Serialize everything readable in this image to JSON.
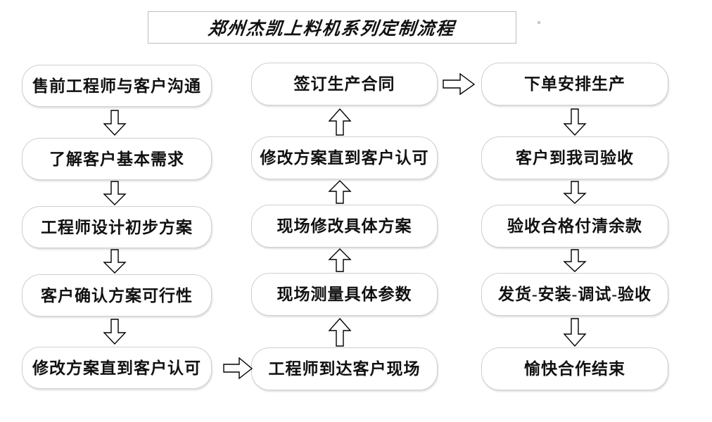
{
  "title": {
    "text": "郑州杰凯上料机系列定制流程"
  },
  "colors": {
    "background": "#ffffff",
    "node_border": "#cfcfcf",
    "title_border": "#bdbdbd",
    "text": "#111111",
    "arrow_stroke": "#000000",
    "arrow_fill": "#ffffff"
  },
  "chart_data": {
    "type": "diagram",
    "title": "郑州杰凯上料机系列定制流程",
    "columns": [
      {
        "name": "column-1",
        "direction": "top-to-bottom",
        "nodes": [
          "售前工程师与客户沟通",
          "了解客户基本需求",
          "工程师设计初步方案",
          "客户确认方案可行性",
          "修改方案直到客户认可"
        ]
      },
      {
        "name": "column-2",
        "direction": "bottom-to-top",
        "nodes": [
          "签订生产合同",
          "修改方案直到客户认可",
          "现场修改具体方案",
          "现场测量具体参数",
          "工程师到达客户现场"
        ]
      },
      {
        "name": "column-3",
        "direction": "top-to-bottom",
        "nodes": [
          "下单安排生产",
          "客户到我司验收",
          "验收合格付清余款",
          "发货-安装-调试-验收",
          "愉快合作结束"
        ]
      }
    ],
    "connectors": [
      {
        "from": "售前工程师与客户沟通",
        "to": "了解客户基本需求",
        "direction": "down"
      },
      {
        "from": "了解客户基本需求",
        "to": "工程师设计初步方案",
        "direction": "down"
      },
      {
        "from": "工程师设计初步方案",
        "to": "客户确认方案可行性",
        "direction": "down"
      },
      {
        "from": "客户确认方案可行性",
        "to": "修改方案直到客户认可",
        "direction": "down"
      },
      {
        "from": "修改方案直到客户认可",
        "to": "工程师到达客户现场",
        "direction": "right"
      },
      {
        "from": "工程师到达客户现场",
        "to": "现场测量具体参数",
        "direction": "up"
      },
      {
        "from": "现场测量具体参数",
        "to": "现场修改具体方案",
        "direction": "up"
      },
      {
        "from": "现场修改具体方案",
        "to": "修改方案直到客户认可",
        "direction": "up"
      },
      {
        "from": "修改方案直到客户认可",
        "to": "签订生产合同",
        "direction": "up"
      },
      {
        "from": "签订生产合同",
        "to": "下单安排生产",
        "direction": "right"
      },
      {
        "from": "下单安排生产",
        "to": "客户到我司验收",
        "direction": "down"
      },
      {
        "from": "客户到我司验收",
        "to": "验收合格付清余款",
        "direction": "down"
      },
      {
        "from": "验收合格付清余款",
        "to": "发货-安装-调试-验收",
        "direction": "down"
      },
      {
        "from": "发货-安装-调试-验收",
        "to": "愉快合作结束",
        "direction": "down"
      }
    ]
  },
  "column1": {
    "nodes": [
      {
        "label": "售前工程师与客户沟通"
      },
      {
        "label": "了解客户基本需求"
      },
      {
        "label": "工程师设计初步方案"
      },
      {
        "label": "客户确认方案可行性"
      },
      {
        "label": "修改方案直到客户认可"
      }
    ]
  },
  "column2": {
    "nodes": [
      {
        "label": "签订生产合同"
      },
      {
        "label": "修改方案直到客户认可"
      },
      {
        "label": "现场修改具体方案"
      },
      {
        "label": "现场测量具体参数"
      },
      {
        "label": "工程师到达客户现场"
      }
    ]
  },
  "column3": {
    "nodes": [
      {
        "label": "下单安排生产"
      },
      {
        "label": "客户到我司验收"
      },
      {
        "label": "验收合格付清余款"
      },
      {
        "label": "发货-安装-调试-验收"
      },
      {
        "label": "愉快合作结束"
      }
    ]
  }
}
